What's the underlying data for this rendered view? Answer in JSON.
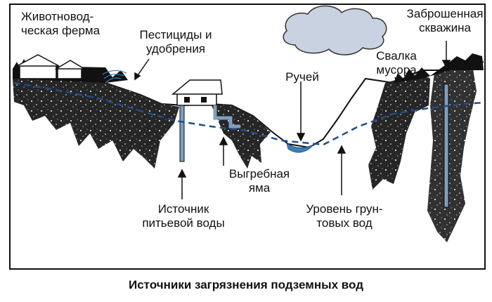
{
  "labels": {
    "farm": [
      "Животновод-",
      "ческая ферма"
    ],
    "pesticides": [
      "Пестициды и",
      "удобрения"
    ],
    "stream": [
      "Ручей"
    ],
    "dump": [
      "Свалка",
      "мусора"
    ],
    "well": [
      "Заброшенная",
      "скважина"
    ],
    "cesspit": [
      "Выгребная",
      "яма"
    ],
    "drinking": [
      "Источник",
      "питьевой воды"
    ],
    "groundwater": [
      "Уровень грун-",
      "товых вод"
    ]
  },
  "caption": "Источники загрязнения подземных вод",
  "colors": {
    "soil": "#1f1f1f",
    "water_table": "#1f4e8c",
    "cloud": "#c9d2e0",
    "stream_water": "#3f7fb8",
    "well_pipe": "#7f9fbf"
  }
}
